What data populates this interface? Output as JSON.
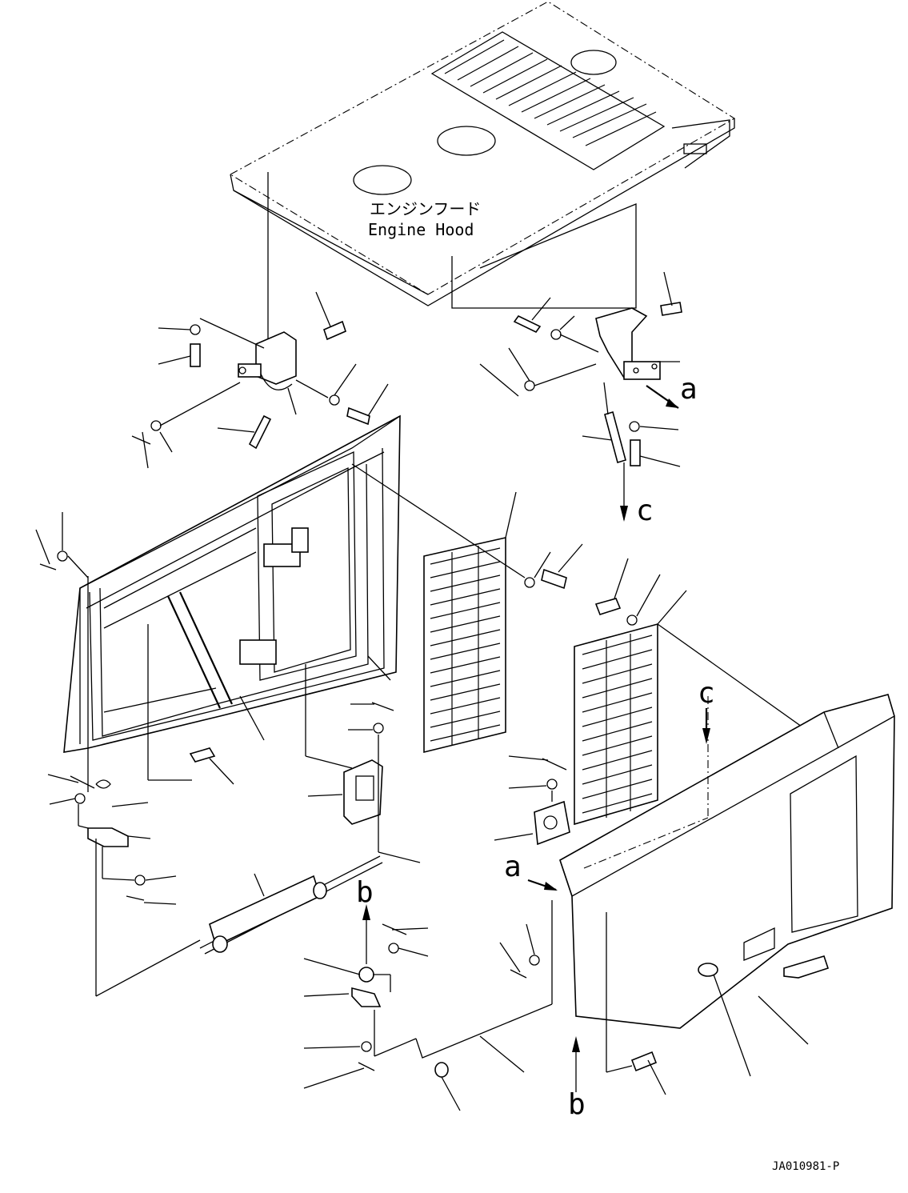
{
  "diagram": {
    "hood_label_jp": "エンジンフード",
    "hood_label_en": "Engine Hood",
    "ref_a_top": "a",
    "ref_c_top": "c",
    "ref_c_right": "c",
    "ref_a_lower": "a",
    "ref_b_left": "b",
    "ref_b_bottom": "b",
    "drawing_code": "JA010981-P"
  }
}
